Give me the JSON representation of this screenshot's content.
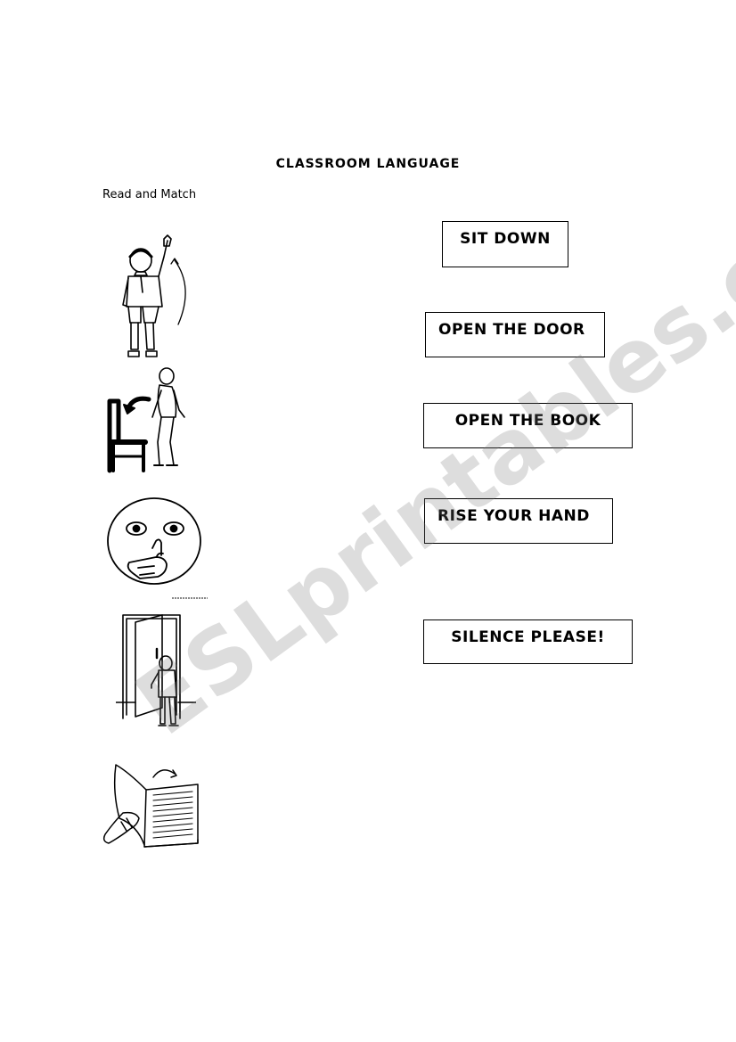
{
  "title": "CLASSROOM LANGUAGE",
  "instruction": "Read and Match",
  "phrases": [
    "SIT DOWN",
    "OPEN THE DOOR",
    "OPEN THE BOOK",
    "RISE YOUR HAND",
    "SILENCE PLEASE!"
  ],
  "watermark": "ESLprintables.com",
  "pictures": [
    {
      "icon": "boy-raising-hand-icon"
    },
    {
      "icon": "person-sitting-down-icon"
    },
    {
      "icon": "silence-face-icon"
    },
    {
      "icon": "person-opening-door-icon"
    },
    {
      "icon": "hand-opening-book-icon"
    }
  ]
}
